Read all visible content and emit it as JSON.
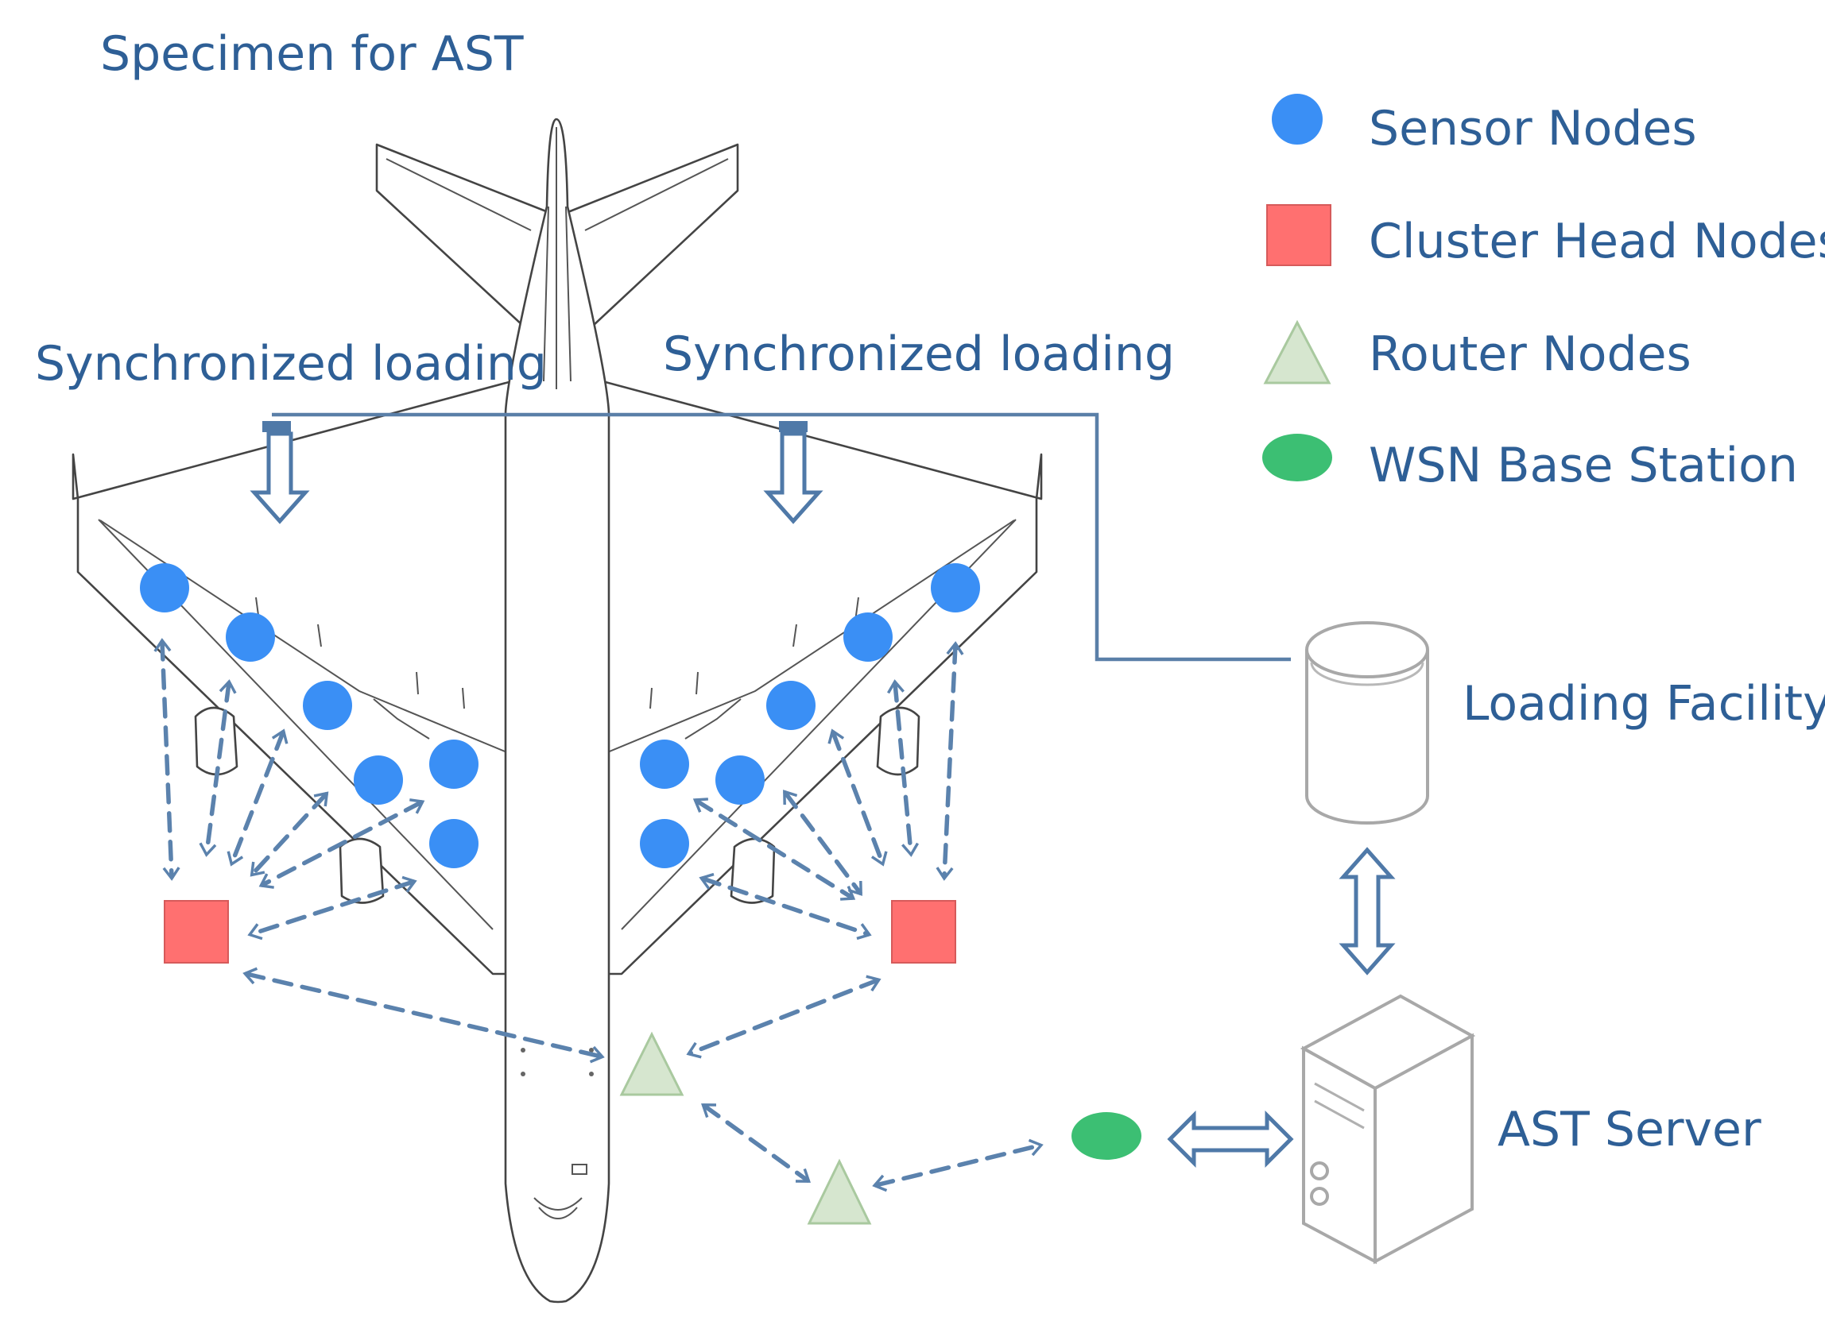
{
  "title": "Specimen for AST",
  "loading_labels": {
    "left": "Synchronized loading",
    "right": "Synchronized loading"
  },
  "legend": {
    "sensor": "Sensor Nodes",
    "cluster_head": "Cluster Head Nodes",
    "router": "Router Nodes",
    "base_station": "WSN Base Station"
  },
  "facility_label": "Loading Facility",
  "server_label": "AST Server",
  "colors": {
    "sensor": "#3a8ff5",
    "cluster_head": "#ff7070",
    "router": "#d6e6cf",
    "router_stroke": "#a9c99f",
    "base_station": "#3cbf73",
    "text": "#2e5f96",
    "link": "#5b82ad"
  },
  "icons": {
    "facility": "cylinder-icon",
    "server": "server-tower-icon",
    "aircraft": "airplane-topview-icon"
  }
}
